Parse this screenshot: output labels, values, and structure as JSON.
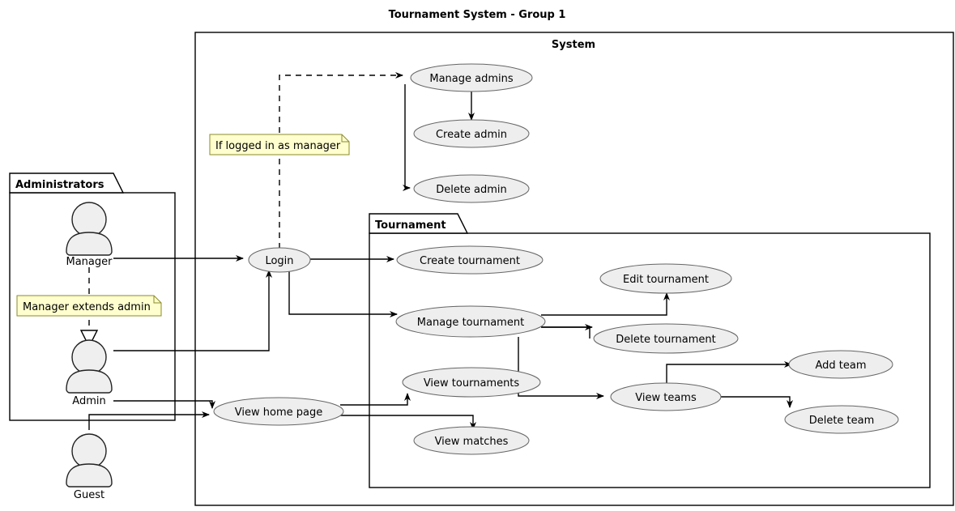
{
  "diagram": {
    "title": "Tournament System - Group 1",
    "type": "uml-use-case-diagram"
  },
  "packages": {
    "system": {
      "label": "System"
    },
    "tournament": {
      "label": "Tournament"
    },
    "administrators": {
      "label": "Administrators"
    }
  },
  "actors": [
    {
      "id": "manager",
      "label": "Manager"
    },
    {
      "id": "admin",
      "label": "Admin"
    },
    {
      "id": "guest",
      "label": "Guest"
    }
  ],
  "usecases": [
    {
      "id": "manage-admins",
      "label": "Manage admins"
    },
    {
      "id": "create-admin",
      "label": "Create admin"
    },
    {
      "id": "delete-admin",
      "label": "Delete admin"
    },
    {
      "id": "login",
      "label": "Login"
    },
    {
      "id": "view-home-page",
      "label": "View home page"
    },
    {
      "id": "create-tournament",
      "label": "Create tournament"
    },
    {
      "id": "manage-tournament",
      "label": "Manage tournament"
    },
    {
      "id": "edit-tournament",
      "label": "Edit tournament"
    },
    {
      "id": "delete-tournament",
      "label": "Delete tournament"
    },
    {
      "id": "view-tournaments",
      "label": "View tournaments"
    },
    {
      "id": "view-matches",
      "label": "View matches"
    },
    {
      "id": "view-teams",
      "label": "View teams"
    },
    {
      "id": "add-team",
      "label": "Add team"
    },
    {
      "id": "delete-team",
      "label": "Delete team"
    }
  ],
  "notes": [
    {
      "id": "note-manager-login",
      "label": "If logged in as manager"
    },
    {
      "id": "note-manager-extends",
      "label": "Manager extends admin"
    }
  ],
  "relationships": [
    {
      "from": "manager",
      "to": "login",
      "style": "solid"
    },
    {
      "from": "admin",
      "to": "login",
      "style": "solid"
    },
    {
      "from": "admin",
      "to": "view-home-page",
      "style": "solid"
    },
    {
      "from": "guest",
      "to": "view-home-page",
      "style": "solid"
    },
    {
      "from": "manager",
      "to": "admin",
      "style": "generalization"
    },
    {
      "from": "login",
      "to": "manage-admins",
      "style": "dashed"
    },
    {
      "from": "manage-admins",
      "to": "create-admin",
      "style": "solid"
    },
    {
      "from": "manage-admins",
      "to": "delete-admin",
      "style": "solid"
    },
    {
      "from": "login",
      "to": "create-tournament",
      "style": "solid"
    },
    {
      "from": "login",
      "to": "manage-tournament",
      "style": "solid"
    },
    {
      "from": "manage-tournament",
      "to": "edit-tournament",
      "style": "solid"
    },
    {
      "from": "manage-tournament",
      "to": "delete-tournament",
      "style": "solid"
    },
    {
      "from": "manage-tournament",
      "to": "view-teams",
      "style": "solid"
    },
    {
      "from": "view-teams",
      "to": "add-team",
      "style": "solid"
    },
    {
      "from": "view-teams",
      "to": "delete-team",
      "style": "solid"
    },
    {
      "from": "view-home-page",
      "to": "view-tournaments",
      "style": "solid"
    },
    {
      "from": "view-home-page",
      "to": "view-matches",
      "style": "solid"
    }
  ],
  "colors": {
    "usecase_fill": "#EEEEEE",
    "usecase_stroke": "#666666",
    "note_fill": "#FEFECE",
    "note_stroke": "#8B8B2D",
    "actor_fill": "#EFEFEF",
    "line": "#000000",
    "background": "#FFFFFF"
  }
}
